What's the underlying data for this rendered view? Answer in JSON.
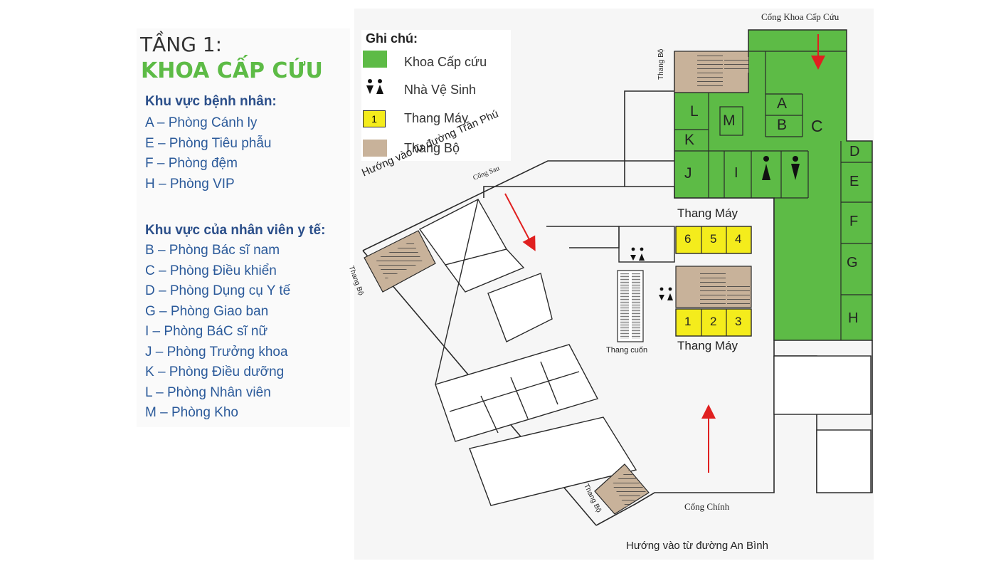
{
  "left_panel": {
    "floor_title": "TẦNG 1:",
    "department_title": "KHOA CẤP CỨU",
    "patient_area": {
      "heading": "Khu vực bệnh nhân:",
      "rooms": [
        "A – Phòng Cánh ly",
        "E – Phòng Tiêu phẫu",
        "F – Phòng đệm",
        "H – Phòng VIP"
      ]
    },
    "staff_area": {
      "heading": "Khu vực của nhân viên y tế:",
      "rooms": [
        "B – Phòng Bác sĩ nam",
        "C – Phòng Điều khiển",
        "D – Phòng Dụng cụ Y tế",
        "G – Phòng Giao ban",
        "I – Phòng BáC sĩ nữ",
        "J – Phòng Trưởng khoa",
        "K – Phòng Điều dưỡng",
        "L – Phòng Nhân viên",
        "M – Phòng Kho"
      ]
    }
  },
  "legend": {
    "title": "Ghi chú:",
    "items": [
      {
        "label": "Khoa Cấp cứu",
        "color": "#5dbb46"
      },
      {
        "label": "Nhà Vệ Sinh",
        "icon": "restroom-icon"
      },
      {
        "label": "Thang Máy",
        "color": "#f4ec1c",
        "symbol": "1"
      },
      {
        "label": "Thang Bộ",
        "color": "#c8b29a"
      }
    ]
  },
  "map": {
    "gate_emergency": "Cổng Khoa Cấp Cứu",
    "gate_back": "Cổng Sau",
    "gate_main": "Cổng Chính",
    "road_tran_phu": "Hướng vào từ đường Trần Phú",
    "road_an_binh": "Hướng vào từ đường An Bình",
    "stairs_label": "Thang Bộ",
    "elevator_label": "Thang Máy",
    "escalator_label": "Thang cuốn",
    "rooms": {
      "A": "A",
      "B": "B",
      "C": "C",
      "D": "D",
      "E": "E",
      "F": "F",
      "G": "G",
      "H": "H",
      "I": "I",
      "J": "J",
      "K": "K",
      "L": "L",
      "M": "M"
    },
    "elevators_top": [
      "6",
      "5",
      "4"
    ],
    "elevators_bottom": [
      "1",
      "2",
      "3"
    ],
    "colors": {
      "emergency": "#5dbb46",
      "elevator": "#f4ec1c",
      "stairs": "#c8b29a",
      "arrow": "#e02020"
    }
  }
}
